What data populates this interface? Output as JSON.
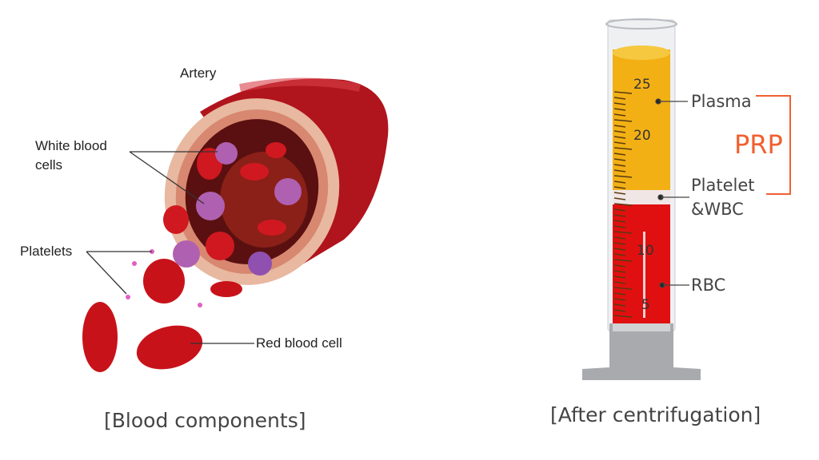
{
  "left_diagram": {
    "artery_label": "Artery",
    "wbc_label_line1": "White blood",
    "wbc_label_line2": "cells",
    "platelets_label": "Platelets",
    "rbc_label": "Red blood cell",
    "caption": "[Blood components]"
  },
  "right_diagram": {
    "scale_ticks": [
      "25",
      "20",
      "10",
      "5"
    ],
    "plasma_label": "Plasma",
    "buffy_label_line1": "Platelet",
    "buffy_label_line2": "&WBC",
    "rbc_label": "RBC",
    "prp_label": "PRP",
    "caption": "[After centrifugation]",
    "colors": {
      "plasma": "#f2b015",
      "rbc": "#e01010",
      "buffy": "#f0e6e6",
      "prp": "#f06030"
    }
  }
}
